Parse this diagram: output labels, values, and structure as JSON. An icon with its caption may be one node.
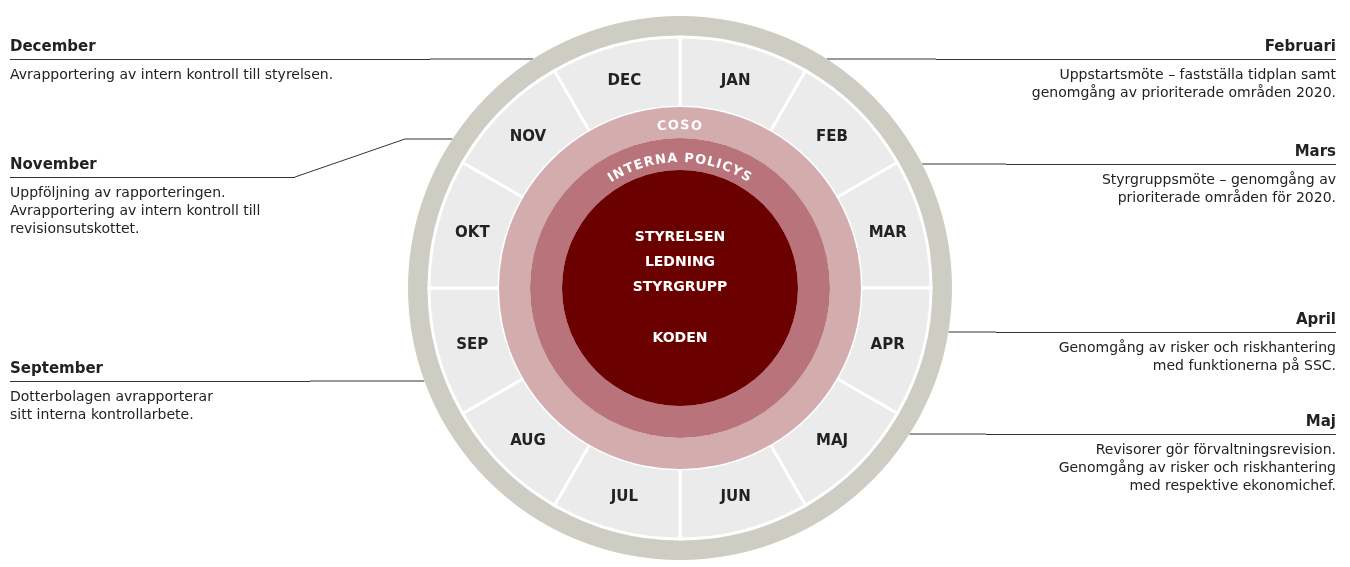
{
  "diagram": {
    "nodes": [
      {
        "text": [],
        "shape": "circle"
      },
      {
        "text": [
          "JAN"
        ],
        "in": 0
      },
      {
        "text": [
          "FEB"
        ],
        "in": 0
      },
      {
        "text": [
          "MAR"
        ],
        "in": 0
      },
      {
        "text": [
          "APR"
        ],
        "in": 0
      },
      {
        "text": [
          "MAJ"
        ],
        "in": 0
      },
      {
        "text": [
          "JUN"
        ],
        "in": 0
      },
      {
        "text": [
          "JUL"
        ],
        "in": 0
      },
      {
        "text": [
          "AUG"
        ],
        "in": 0
      },
      {
        "text": [
          "SEP"
        ],
        "in": 0
      },
      {
        "text": [
          "OKT"
        ],
        "in": 0
      },
      {
        "text": [
          "NOV"
        ],
        "in": 0
      },
      {
        "text": [
          "DEC"
        ],
        "in": 0
      },
      {
        "text": [
          "COSO"
        ],
        "in": 0
      },
      {
        "text": [
          "INTERNA POLICYS"
        ],
        "in": 13
      },
      {
        "text": [
          "STYRELSEN",
          "LEDNING",
          "STYRGRUPP",
          "KODEN"
        ],
        "in": 14
      },
      {
        "text": [
          "December",
          "Avrapportering av intern kontroll till styrelsen."
        ]
      },
      {
        "text": [
          "November",
          "Uppföljning av rapporteringen. Avrapportering av intern kontroll till revisionsutskottet."
        ]
      },
      {
        "text": [
          "September",
          "Dotterbolagen avrapporterar sitt interna kontrollarbete."
        ]
      },
      {
        "text": [
          "Februari",
          "Uppstartsmöte – fastställa tidplan samt genomgång av prioriterade områden 2020."
        ]
      },
      {
        "text": [
          "Mars",
          "Styrgruppsmöte – genomgång av prioriterade områden för 2020."
        ]
      },
      {
        "text": [
          "April",
          "Genomgång av risker och riskhantering med funktionerna på SSC."
        ]
      },
      {
        "text": [
          "Maj",
          "Revisorer gör förvaltningsrevision. Genomgång av risker och riskhantering med respektive ekonomichef."
        ]
      }
    ],
    "edges": [
      {
        "from": 16,
        "to": 0,
        "arrow": "none"
      },
      {
        "from": 17,
        "to": 0,
        "arrow": "none"
      },
      {
        "from": 18,
        "to": 0,
        "arrow": "none"
      },
      {
        "from": 19,
        "to": 0,
        "arrow": "none"
      },
      {
        "from": 20,
        "to": 0,
        "arrow": "none"
      },
      {
        "from": 21,
        "to": 0,
        "arrow": "none"
      },
      {
        "from": 22,
        "to": 0,
        "arrow": "none"
      }
    ]
  }
}
